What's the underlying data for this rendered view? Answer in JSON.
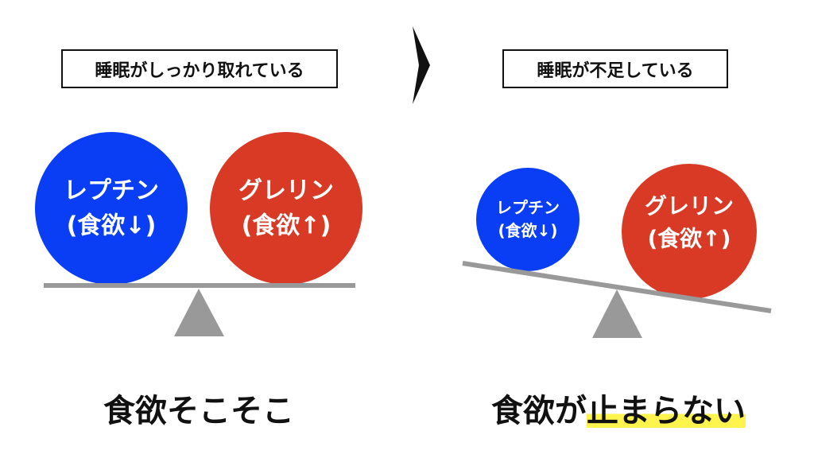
{
  "left": {
    "label": "睡眠がしっかり取れている",
    "leptin": {
      "name": "レプチン",
      "effect": "(食欲↓)"
    },
    "ghrelin": {
      "name": "グレリン",
      "effect": "(食欲↑)"
    },
    "result": "食欲そこそこ"
  },
  "right": {
    "label": "睡眠が不足している",
    "leptin": {
      "name": "レプチン",
      "effect": "(食欲↓)"
    },
    "ghrelin": {
      "name": "グレリン",
      "effect": "(食欲↑)"
    },
    "result_prefix": "食欲が",
    "result_highlight": "止まらない"
  },
  "colors": {
    "leptin": "#0a3ef5",
    "ghrelin": "#d93a26",
    "scale": "#999999",
    "highlight": "#fff34d"
  }
}
